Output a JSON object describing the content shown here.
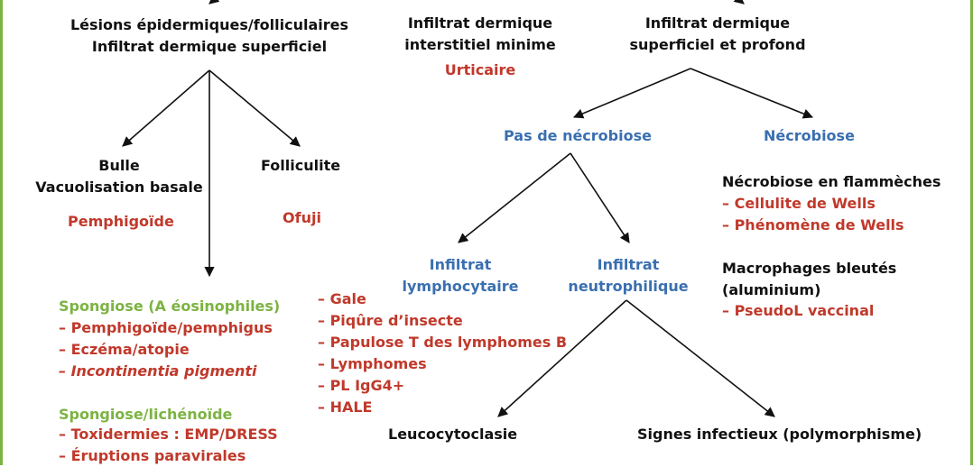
{
  "colors": {
    "frame": "#7cb342",
    "black": "#111111",
    "red": "#c0392b",
    "blue": "#3a6fb0",
    "green": "#7cb342"
  },
  "top": {
    "left": [
      "Lésions épidermiques/folliculaires",
      "Infiltrat dermique superficiel"
    ],
    "mid": [
      "Infiltrat dermique",
      "interstitiel minime"
    ],
    "mid_dx": "Urticaire",
    "right": [
      "Infiltrat dermique",
      "superficiel et profond"
    ]
  },
  "left": {
    "bulle": [
      "Bulle",
      "Vacuolisation basale"
    ],
    "bulle_dx": "Pemphigoïde",
    "folliculite": "Folliculite",
    "folliculite_dx": "Ofuji",
    "spongiose1_title": "Spongiose (A éosinophiles)",
    "spongiose1_items": [
      "– Pemphigoïde/pemphigus",
      "– Eczéma/atopie"
    ],
    "spongiose1_italic": "– Incontinentia pigmenti",
    "spongiose2_title": "Spongiose/lichénoïde",
    "spongiose2_items": [
      "– Toxidermies : EMP/DRESS",
      "– Éruptions paravirales"
    ]
  },
  "center": {
    "pas_necrobiose": "Pas de nécrobiose",
    "lymph": [
      "Infiltrat",
      "lymphocytaire"
    ],
    "neutro": [
      "Infiltrat",
      "neutrophilique"
    ],
    "lymph_items": [
      "– Gale",
      "– Piqûre d’insecte",
      "– Papulose T des lymphomes B",
      "– Lymphomes",
      "– PL IgG4+",
      "– HALE"
    ],
    "leucocytoclasie": "Leucocytoclasie",
    "infectieux": "Signes infectieux (polymorphisme)"
  },
  "right": {
    "necrobiose": "Nécrobiose",
    "flamme_title": "Nécrobiose en flammèches",
    "flamme_items": [
      "– Cellulite de Wells",
      "– Phénomène de Wells"
    ],
    "macro_title": [
      "Macrophages bleutés",
      "(aluminium)"
    ],
    "macro_items": [
      "– PseudoL vaccinal"
    ]
  }
}
